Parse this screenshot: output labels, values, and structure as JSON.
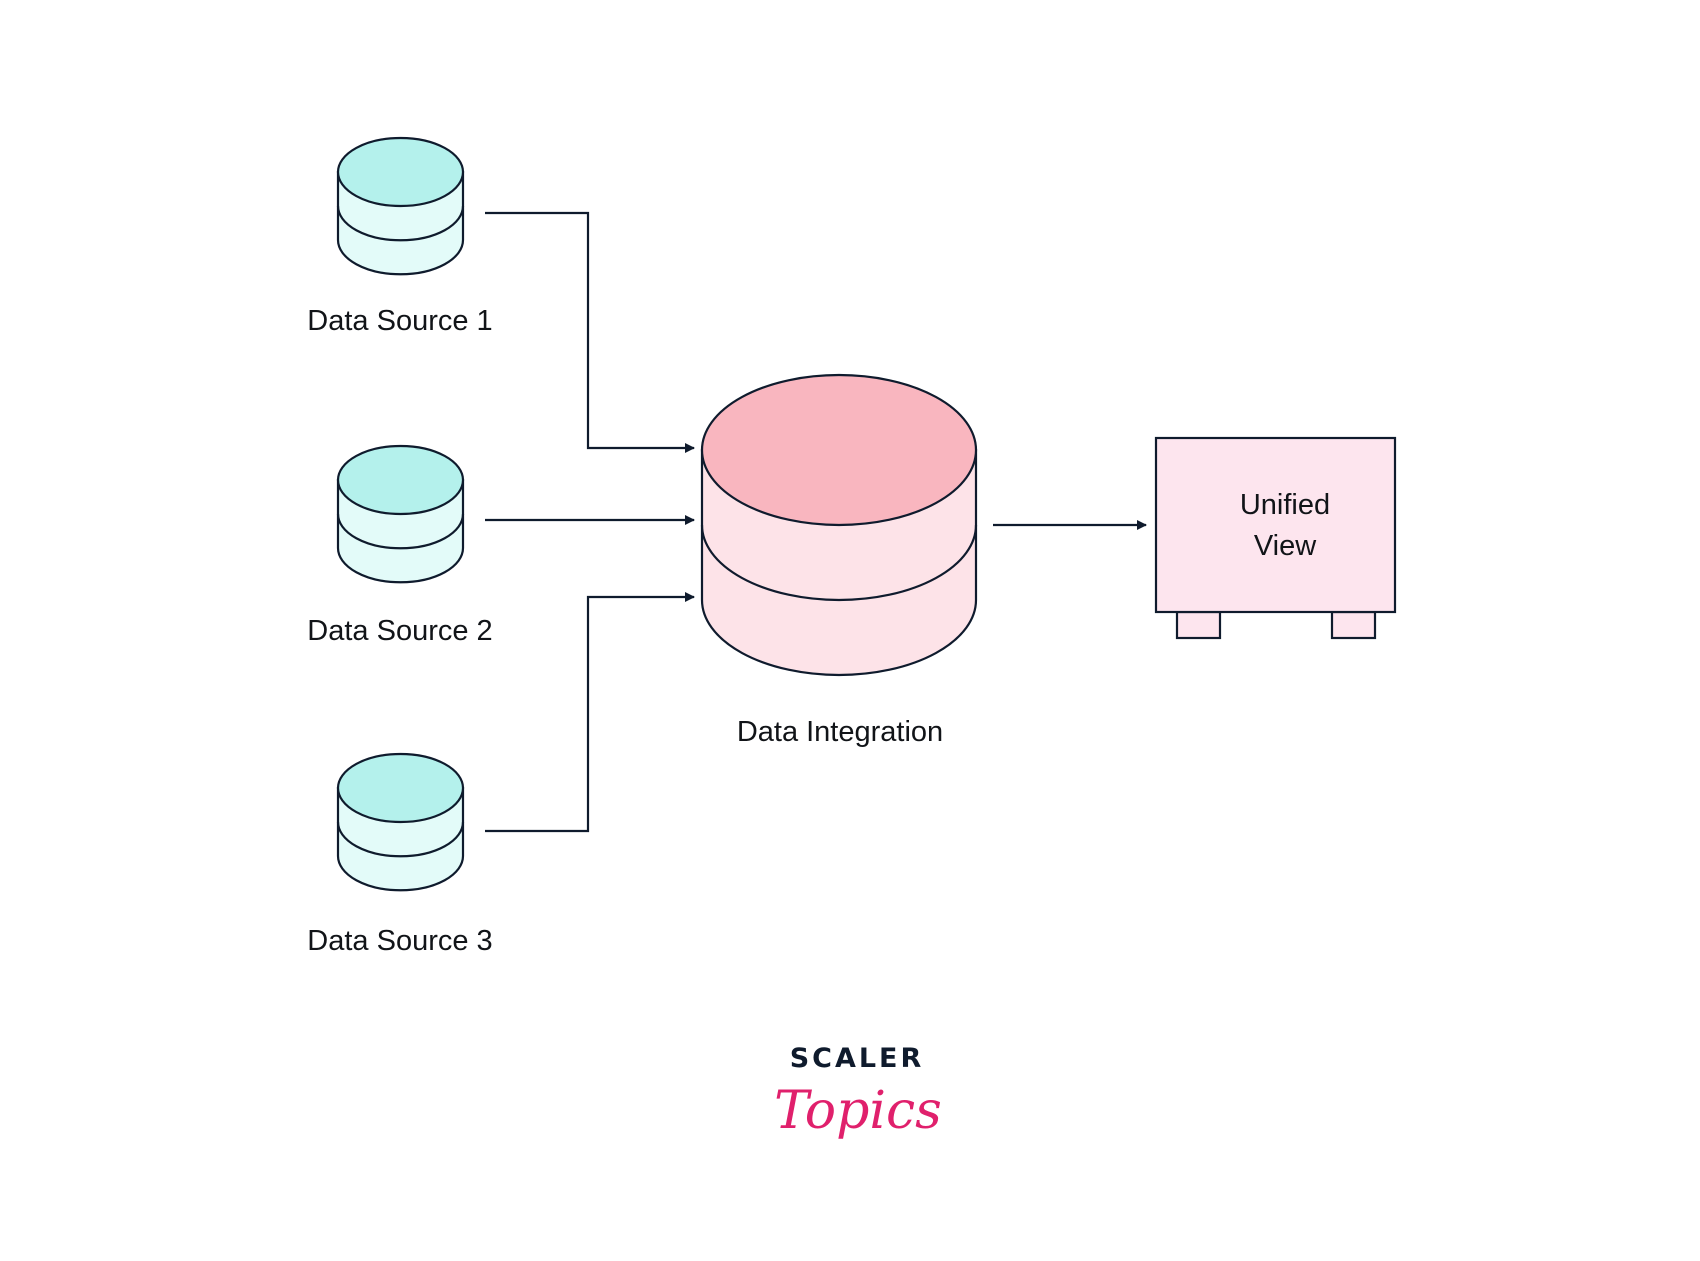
{
  "diagram": {
    "sources": [
      {
        "label": "Data Source 1",
        "icon": "database-icon"
      },
      {
        "label": "Data Source 2",
        "icon": "database-icon"
      },
      {
        "label": "Data Source 3",
        "icon": "database-icon"
      }
    ],
    "integration": {
      "label": "Data Integration",
      "icon": "database-icon"
    },
    "output": {
      "line1": "Unified",
      "line2": "View",
      "icon": "monitor-box-icon"
    },
    "colors": {
      "source_top": "#b4f1ec",
      "source_body": "#e3fbf9",
      "integration_top": "#f9b6bf",
      "integration_body": "#fde3e8",
      "output_fill": "#fde5ee",
      "stroke": "#0f1b2d",
      "logo_dark": "#0f1b2d",
      "logo_accent": "#e0206c"
    }
  },
  "logo": {
    "word1": "SCALER",
    "word2": "Topics"
  }
}
